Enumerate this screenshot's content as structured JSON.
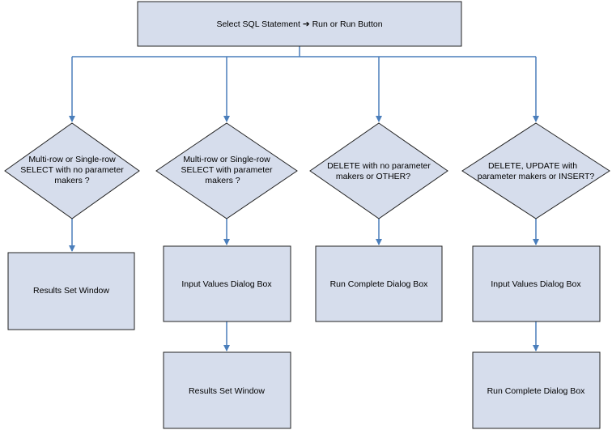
{
  "start": {
    "label": "Select SQL Statement ➔ Run or Run Button"
  },
  "branches": [
    {
      "decision": [
        "Multi-row or Single-row",
        "SELECT with no parameter",
        "makers ?"
      ],
      "steps": [
        "Results Set Window"
      ]
    },
    {
      "decision": [
        "Multi-row or Single-row",
        "SELECT with parameter",
        "makers ?"
      ],
      "steps": [
        "Input Values Dialog Box",
        "Results Set Window"
      ]
    },
    {
      "decision": [
        "DELETE with no parameter",
        "makers or OTHER?"
      ],
      "steps": [
        "Run Complete Dialog Box"
      ]
    },
    {
      "decision": [
        "DELETE, UPDATE  with",
        "parameter makers or INSERT?"
      ],
      "steps": [
        "Input Values Dialog Box",
        "Run Complete Dialog Box"
      ]
    }
  ],
  "colors": {
    "box_fill": "#D6DDEC",
    "box_stroke": "#222222",
    "connector": "#4A7EBB"
  }
}
